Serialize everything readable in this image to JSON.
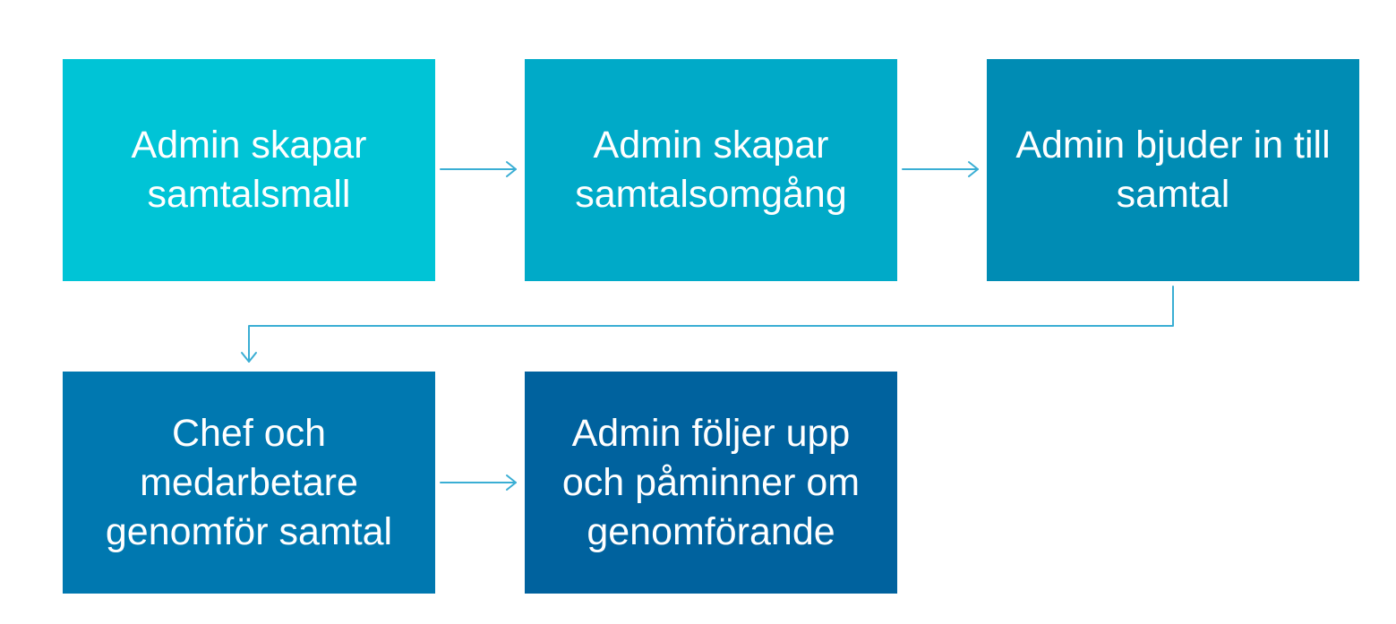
{
  "colors": {
    "step1": "#00c4d6",
    "step2": "#00aac8",
    "step3": "#008cb4",
    "step4": "#0078b0",
    "step5": "#00629e",
    "arrow": "#3aaed4",
    "text": "#ffffff"
  },
  "steps": [
    {
      "label": "Admin skapar samtalsmall"
    },
    {
      "label": "Admin skapar samtalsomgång"
    },
    {
      "label": "Admin bjuder in till samtal"
    },
    {
      "label": "Chef och medarbetare genomför samtal"
    },
    {
      "label": "Admin följer upp och påminner om genomförande"
    }
  ]
}
